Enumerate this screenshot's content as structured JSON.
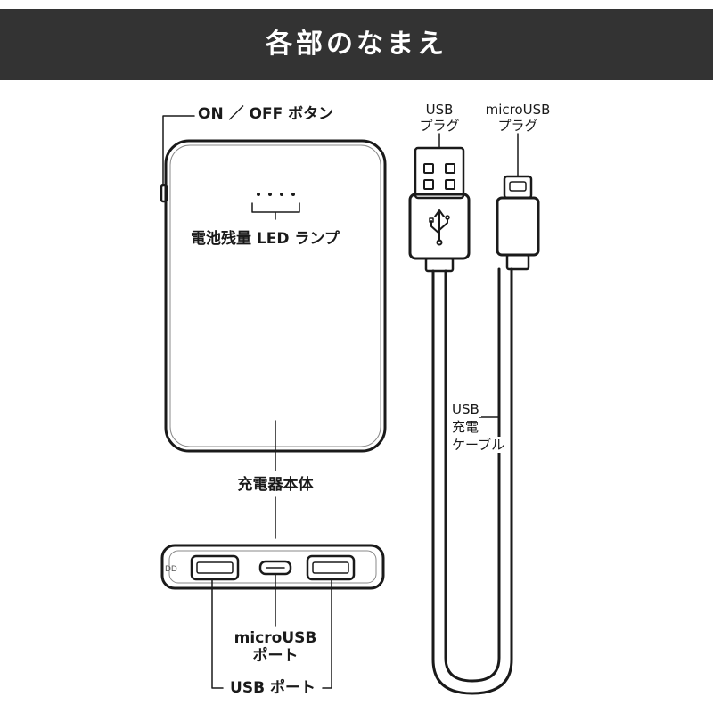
{
  "header": {
    "title": "各部のなまえ",
    "background": "#333333",
    "text_color": "#ffffff"
  },
  "labels": {
    "power_button": "ON ／ OFF ボタン",
    "battery_led": "電池残量 LED ランプ",
    "body": "充電器本体",
    "micro_port": [
      "microUSB",
      "ポート"
    ],
    "usb_port": "USB ポート",
    "usb_plug": [
      "USB",
      "プラグ"
    ],
    "micro_plug": [
      "microUSB",
      "プラグ"
    ],
    "cable": [
      "USB",
      "充電",
      "ケーブル"
    ]
  },
  "icons": {
    "usb_symbol": "usb-trident-icon",
    "led_dots": 4
  }
}
